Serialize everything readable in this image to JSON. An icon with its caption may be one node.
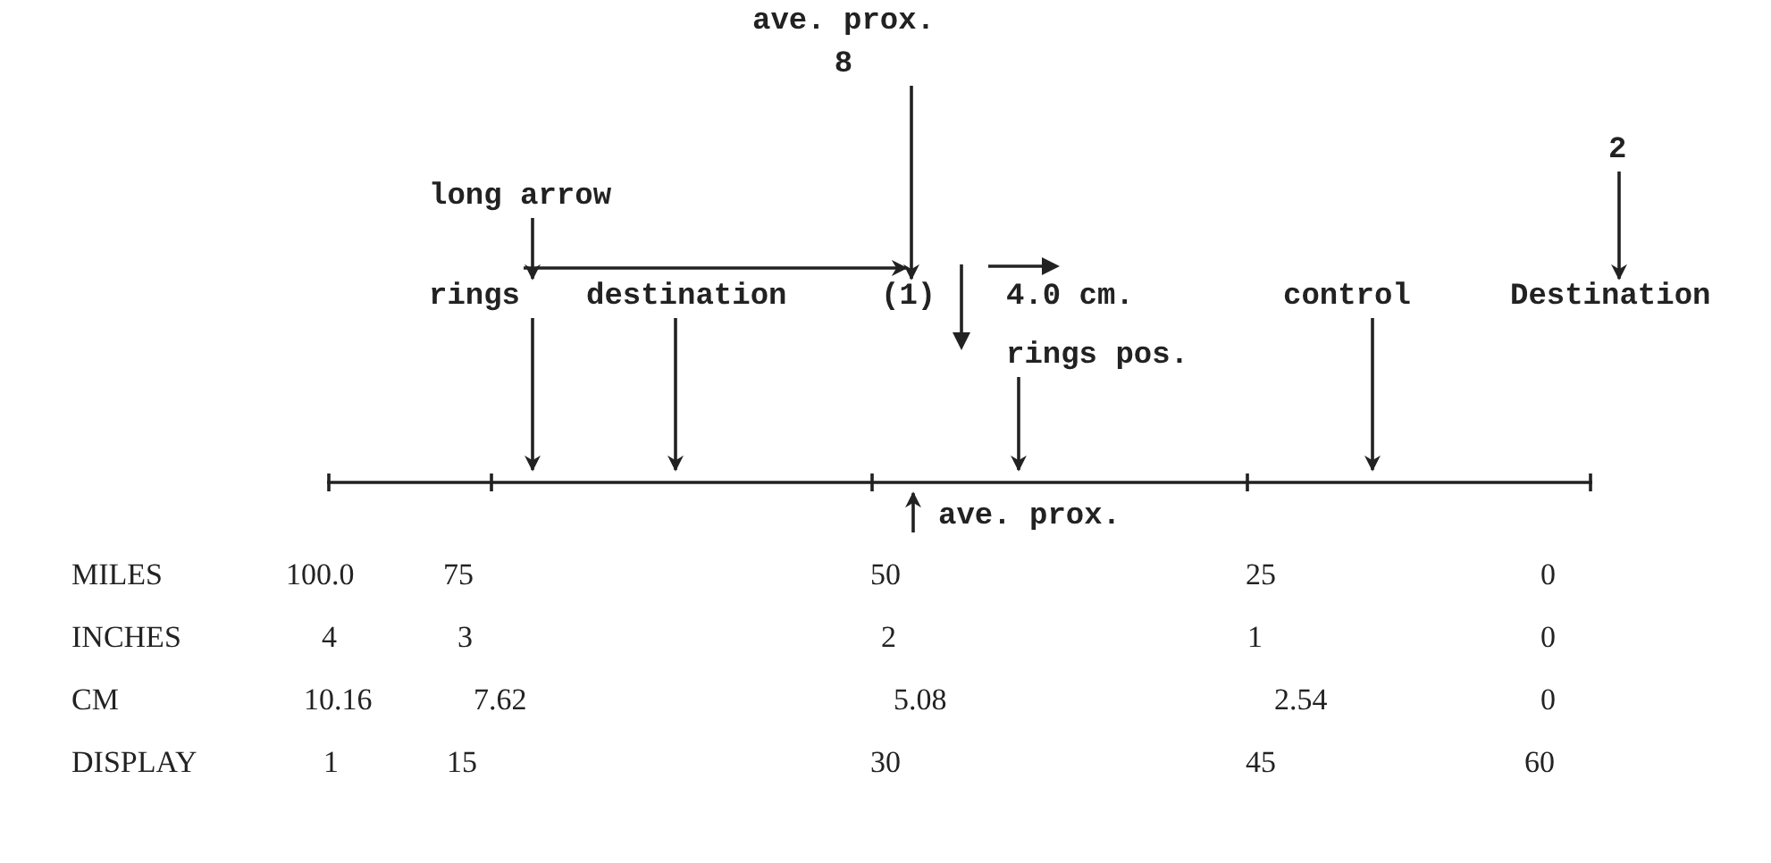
{
  "diagram": {
    "nodes": [
      {
        "text": [
          "ave. prox.",
          "8"
        ]
      },
      {
        "text": [
          "long arrow"
        ]
      },
      {
        "text": [
          "rings"
        ]
      },
      {
        "text": [
          "destination"
        ]
      },
      {
        "text": [
          "(1)"
        ]
      },
      {
        "text": [
          "4.0 cm.",
          "rings pos."
        ]
      },
      {
        "text": [
          "control"
        ]
      },
      {
        "text": [
          "2"
        ]
      },
      {
        "text": [
          "Destination"
        ]
      },
      {
        "text": [],
        "shape": "bar"
      },
      {
        "text": [
          "ave. prox."
        ]
      }
    ],
    "edges": [
      {
        "from": 0,
        "to": 4,
        "arrow": "to"
      },
      {
        "from": 1,
        "to": 2,
        "arrow": "to"
      },
      {
        "from": 2,
        "to": 4,
        "arrow": "to"
      },
      {
        "from": 2,
        "to": 9,
        "arrow": "to"
      },
      {
        "from": 3,
        "to": 9,
        "arrow": "to"
      },
      {
        "from": 5,
        "to": 9,
        "arrow": "to"
      },
      {
        "from": 6,
        "to": 9,
        "arrow": "to"
      },
      {
        "from": 7,
        "to": 8,
        "arrow": "to"
      },
      {
        "from": 10,
        "to": 9,
        "arrow": "to"
      }
    ],
    "labels": [
      "MILES",
      "100.0",
      "75",
      "50",
      "25",
      "0",
      "INCHES",
      "4",
      "3",
      "2",
      "1",
      "0",
      "CM",
      "10.16",
      "7.62",
      "5.08",
      "2.54",
      "0",
      "DISPLAY",
      "1",
      "15",
      "30",
      "45",
      "60"
    ]
  }
}
